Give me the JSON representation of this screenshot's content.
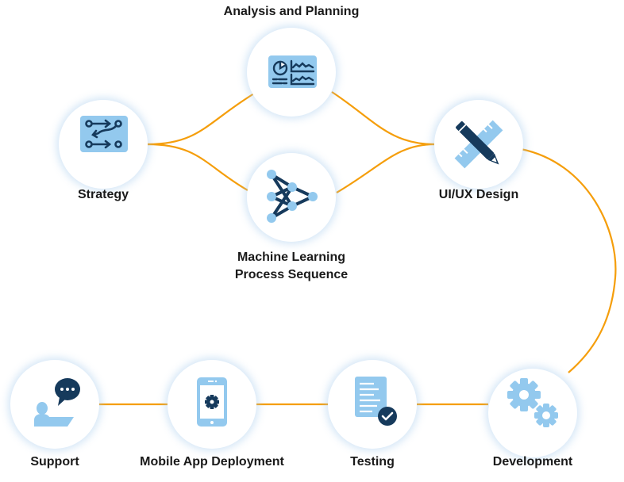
{
  "title": "Machine Learning App Development Process",
  "colors": {
    "connector": "#F59E0B",
    "icon_light": "#93C9EE",
    "icon_dark": "#163A5C",
    "label": "#1a1a1a"
  },
  "steps": [
    {
      "id": "strategy",
      "label": "Strategy",
      "icon": "flow-arrows-icon"
    },
    {
      "id": "analysis",
      "label": "Analysis and Planning",
      "icon": "dashboard-chart-icon"
    },
    {
      "id": "ml",
      "label_line1": "Machine Learning",
      "label_line2": "Process Sequence",
      "icon": "neural-network-icon"
    },
    {
      "id": "uiux",
      "label": "UI/UX Design",
      "icon": "pencil-ruler-icon"
    },
    {
      "id": "development",
      "label": "Development",
      "icon": "gears-icon"
    },
    {
      "id": "testing",
      "label": "Testing",
      "icon": "document-check-icon"
    },
    {
      "id": "deployment",
      "label": "Mobile App Deployment",
      "icon": "mobile-gear-icon"
    },
    {
      "id": "support",
      "label": "Support",
      "icon": "user-chat-icon"
    }
  ],
  "edges": [
    [
      "strategy",
      "analysis"
    ],
    [
      "strategy",
      "ml"
    ],
    [
      "analysis",
      "uiux"
    ],
    [
      "ml",
      "uiux"
    ],
    [
      "uiux",
      "development"
    ],
    [
      "development",
      "testing"
    ],
    [
      "testing",
      "deployment"
    ],
    [
      "deployment",
      "support"
    ]
  ]
}
